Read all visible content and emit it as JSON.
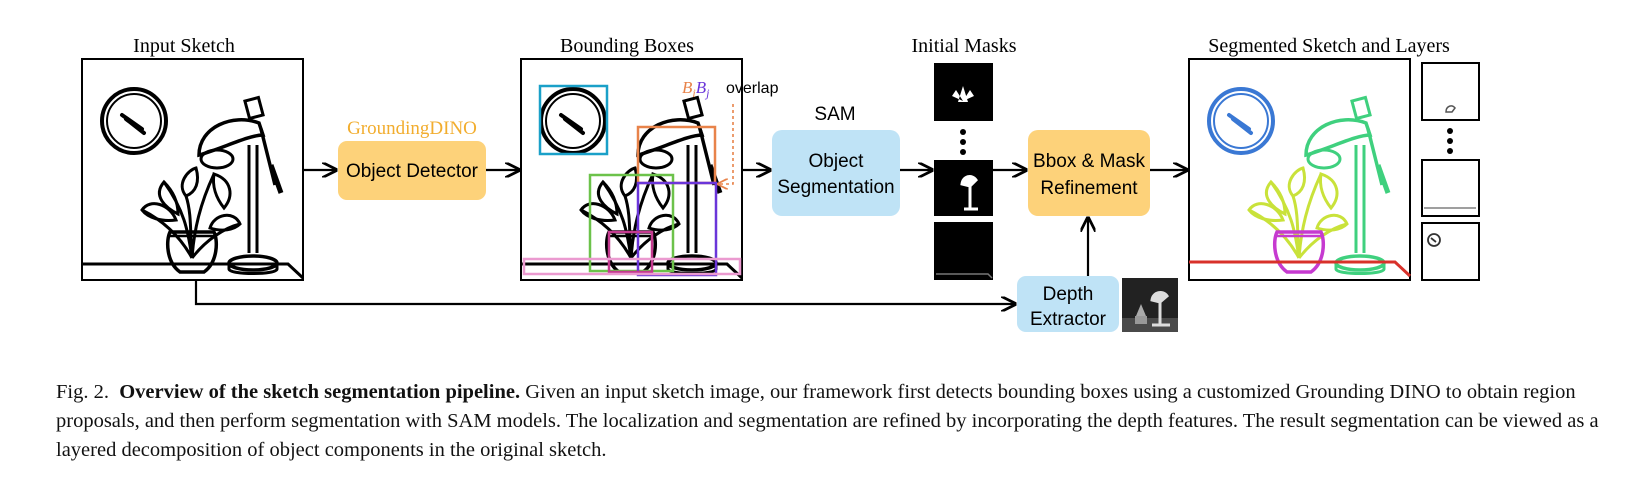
{
  "labels": {
    "input_sketch": "Input Sketch",
    "bounding_boxes": "Bounding Boxes",
    "initial_masks": "Initial Masks",
    "segmented": "Segmented Sketch and Layers",
    "grounding_dino": "GroundingDINO",
    "sam": "SAM",
    "overlap": "overlap",
    "overlap_bi": "B",
    "overlap_bi_sub": "i",
    "overlap_bj": "B",
    "overlap_bj_sub": "j"
  },
  "boxes": {
    "object_detector": "Object Detector",
    "object_segmentation_l1": "Object",
    "object_segmentation_l2": "Segmentation",
    "refinement_l1": "Bbox & Mask",
    "refinement_l2": "Refinement",
    "depth_l1": "Depth",
    "depth_l2": "Extractor"
  },
  "caption": {
    "fig": "Fig. 2.",
    "bold": "Overview of the sketch segmentation pipeline.",
    "text": "Given an input sketch image, our framework first detects bounding boxes using a customized Grounding DINO to obtain region proposals, and then perform segmentation with SAM models. The localization and segmentation are refined by incorporating the depth features. The result segmentation can be viewed as a layered decomposition of object components in the original sketch."
  },
  "colors": {
    "orange_box": "#fdd27a",
    "blue_box": "#bfe3f6",
    "grounding_text": "#f2ad2e",
    "bbox_cyan": "#1aa0c8",
    "bbox_orange": "#e8834a",
    "bbox_green": "#6cc24a",
    "bbox_purple": "#6a35d9",
    "bbox_magenta": "#c43a8f",
    "bbox_pink": "#eb9ad0",
    "seg_clock": "#3a78d4",
    "seg_lamp": "#3fd07e",
    "seg_plant": "#c9e23a",
    "seg_pot": "#c63ad0",
    "seg_table": "#d8312a"
  }
}
